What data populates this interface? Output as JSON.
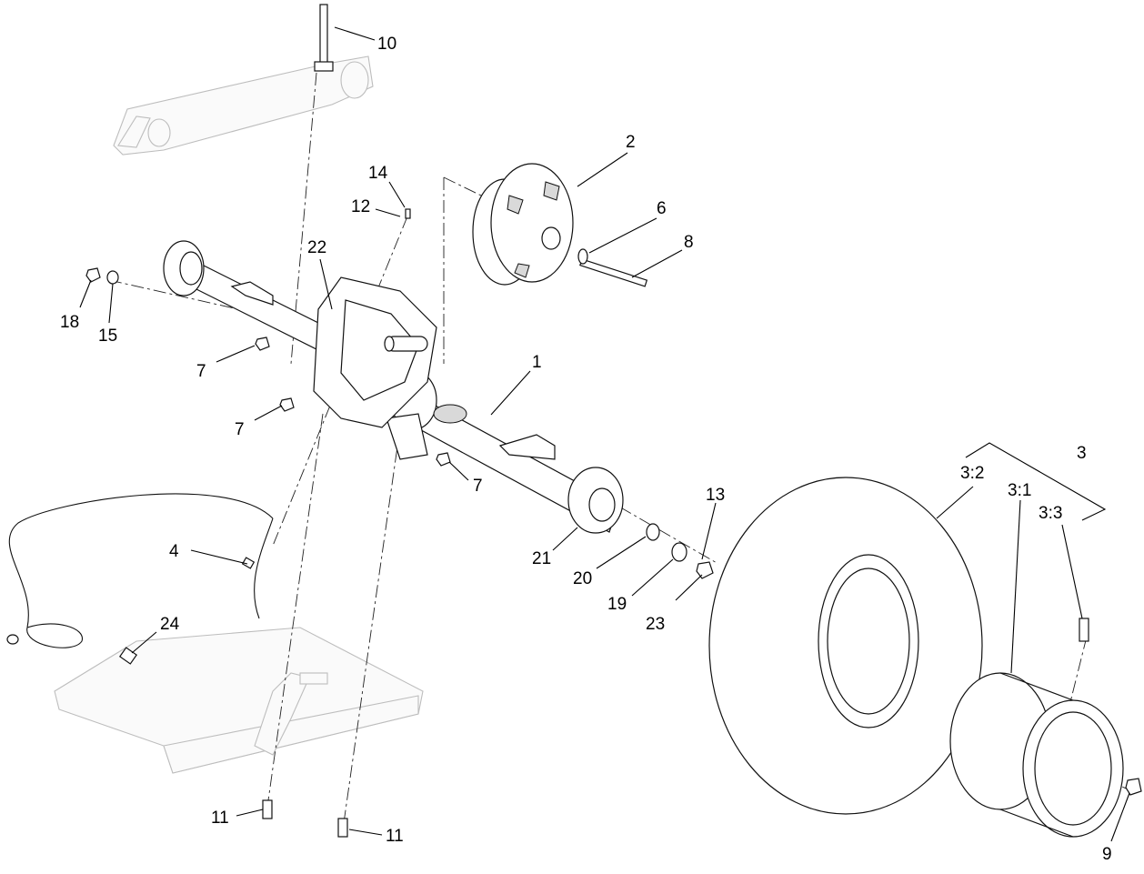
{
  "diagram": {
    "callouts": {
      "c1": "1",
      "c2": "2",
      "c3": "3",
      "c3_1": "3:1",
      "c3_2": "3:2",
      "c3_3": "3:3",
      "c4": "4",
      "c6": "6",
      "c7a": "7",
      "c7b": "7",
      "c7c": "7",
      "c8": "8",
      "c9": "9",
      "c10": "10",
      "c11a": "11",
      "c11b": "11",
      "c12": "12",
      "c13": "13",
      "c14": "14",
      "c15": "15",
      "c18": "18",
      "c19": "19",
      "c20": "20",
      "c21": "21",
      "c22": "22",
      "c23": "23",
      "c24": "24"
    },
    "colors": {
      "line": "#111111",
      "ghost": "#bdbdbd",
      "background": "#ffffff"
    }
  }
}
